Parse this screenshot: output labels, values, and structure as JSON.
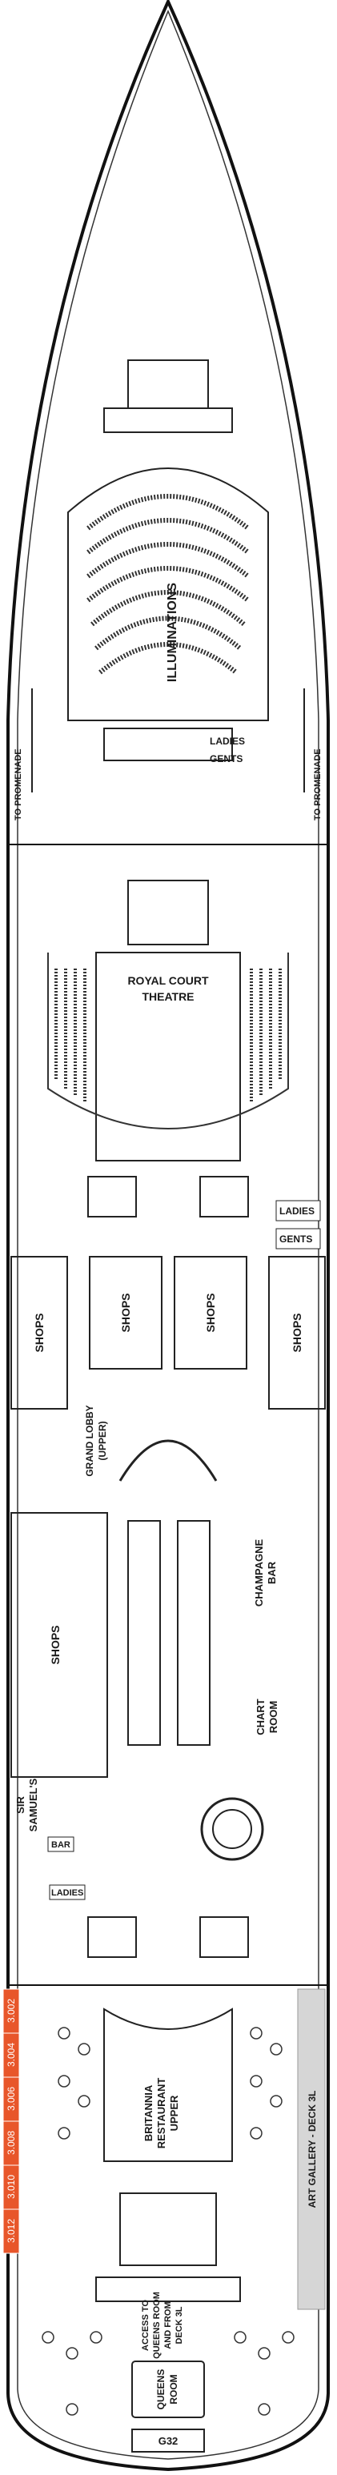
{
  "labels": {
    "illuminations": "ILLUMINATIONS",
    "ladies_fwd": "LADIES",
    "gents_fwd": "GENTS",
    "to_promenade_left": "TO PROMENADE",
    "to_promenade_right": "TO PROMENADE",
    "royal_court_theatre_1": "ROYAL COURT",
    "royal_court_theatre_2": "THEATRE",
    "ladies_mid": "LADIES",
    "gents_mid": "GENTS",
    "shops": "SHOPS",
    "grand_lobby_1": "GRAND LOBBY",
    "grand_lobby_2": "(UPPER)",
    "champagne_bar_1": "CHAMPAGNE",
    "champagne_bar_2": "BAR",
    "chart_room_1": "CHART",
    "chart_room_2": "ROOM",
    "sir_samuels_1": "SIR",
    "sir_samuels_2": "SAMUEL'S",
    "bar": "BAR",
    "ladies_aft": "LADIES",
    "britannia_1": "BRITANNIA",
    "britannia_2": "RESTAURANT",
    "britannia_3": "UPPER",
    "art_gallery": "ART GALLERY - DECK 3L",
    "access_1": "ACCESS TO",
    "access_2": "QUEENS ROOM",
    "access_3": "AND FROM",
    "access_4": "DECK 3L",
    "queens_room_1": "QUEENS",
    "queens_room_2": "ROOM",
    "g32": "G32"
  },
  "cabins": [
    "3.002",
    "3.004",
    "3.006",
    "3.008",
    "3.010",
    "3.012"
  ],
  "colors": {
    "cabin_highlight": "#e8562a",
    "gallery_band": "#d6d6d6",
    "hull": "#111111"
  }
}
